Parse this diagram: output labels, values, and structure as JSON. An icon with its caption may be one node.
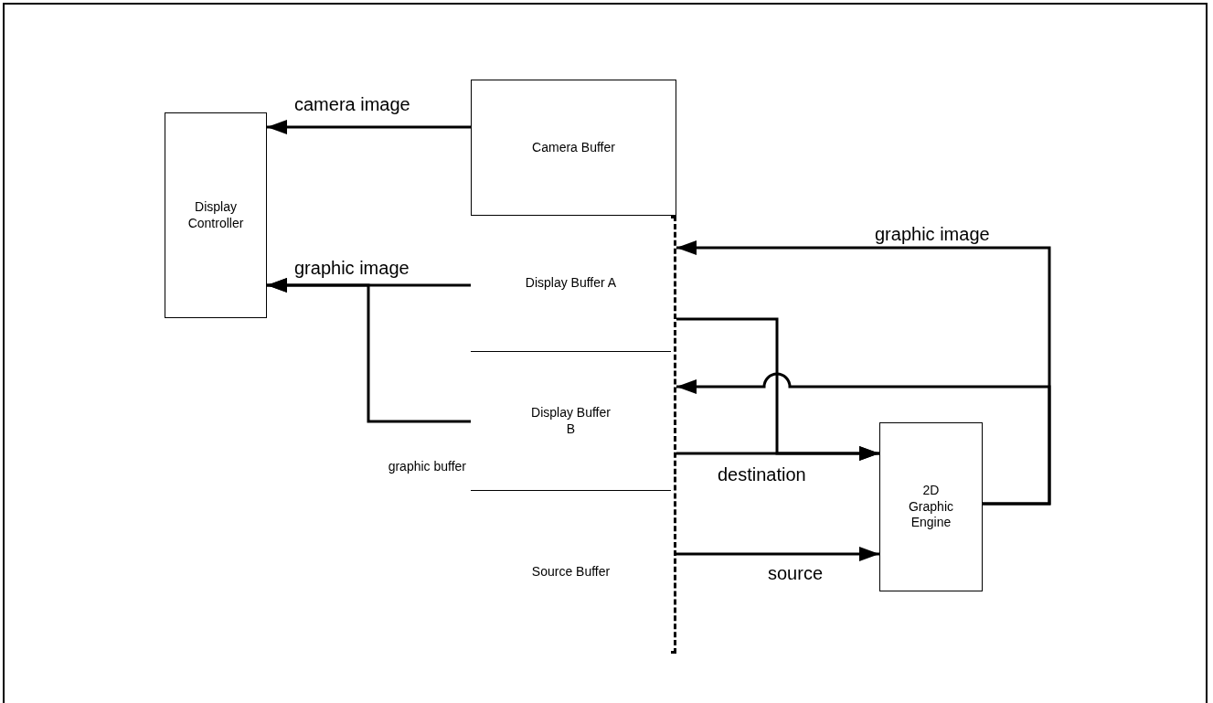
{
  "diagram": {
    "nodes": [
      {
        "text": [
          "Display Controller"
        ]
      },
      {
        "text": [
          "Camera Buffer"
        ]
      },
      {
        "text": [
          "graphic buffer"
        ]
      },
      {
        "text": [
          "Display Buffer A"
        ],
        "in": 2
      },
      {
        "text": [
          "Display Buffer B"
        ],
        "in": 2
      },
      {
        "text": [
          "Source Buffer"
        ],
        "in": 2
      },
      {
        "text": [
          "2D Graphic Engine"
        ]
      }
    ],
    "edges": [
      {
        "from": 1,
        "to": 0,
        "arrow": "to",
        "label": "camera image"
      },
      {
        "from": 3,
        "to": 0,
        "arrow": "to",
        "label": "graphic image"
      },
      {
        "from": 4,
        "to": 0,
        "arrow": "to"
      },
      {
        "from": 3,
        "to": 6,
        "arrow": "to"
      },
      {
        "from": 4,
        "to": 6,
        "arrow": "to",
        "label": "destination"
      },
      {
        "from": 5,
        "to": 6,
        "arrow": "to",
        "label": "source"
      },
      {
        "from": 6,
        "to": 3,
        "arrow": "to",
        "label": "graphic image"
      },
      {
        "from": 6,
        "to": 4,
        "arrow": "to"
      }
    ]
  }
}
